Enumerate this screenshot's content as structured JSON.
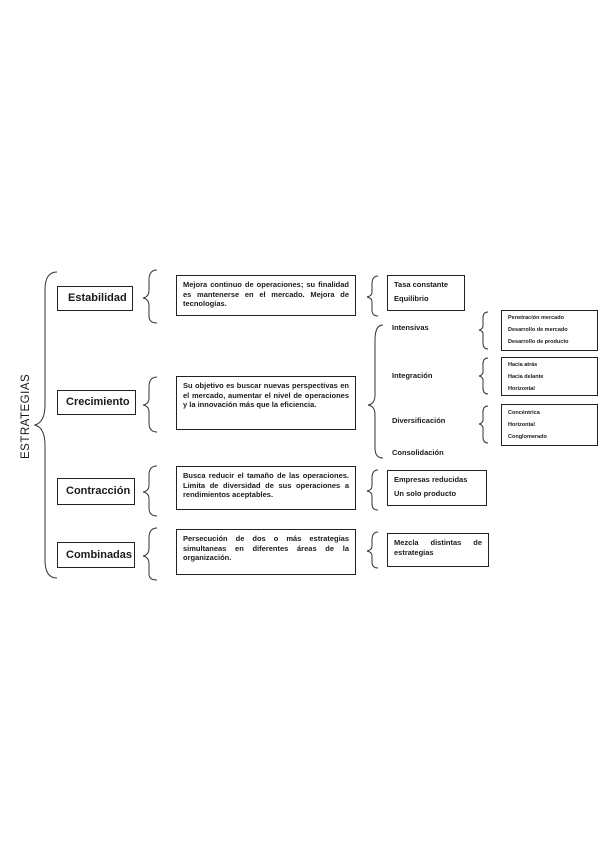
{
  "title": "ESTRATEGIAS",
  "strategies": [
    {
      "name": "Estabilidad",
      "description": "Mejora continuo de operaciones; su finalidad es mantenerse en el mercado. Mejora de tecnologías.",
      "options": [
        "Tasa constante",
        "Equilibrio"
      ]
    },
    {
      "name": "Crecimiento",
      "description": "Su objetivo es buscar nuevas perspectivas en el mercado, aumentar el nivel de operaciones y la innovación más que la eficiencia.",
      "options": [
        "Intensivas",
        "Integración",
        "Diversificación",
        "Consolidación"
      ],
      "suboptions": {
        "intensivas": [
          "Penetración mercado",
          "Desarrollo de mercado",
          "Desarrollo de producto"
        ],
        "integracion": [
          "Hacia atrás",
          "Hacia delante",
          "Horizontal"
        ],
        "diversificacion": [
          "Concéntrica",
          "Horizontal",
          "Conglomerado"
        ]
      }
    },
    {
      "name": "Contracción",
      "description": "Busca reducir el tamaño de las operaciones. Limita de diversidad de sus operaciones a rendimientos aceptables.",
      "options": [
        "Empresas reducidas",
        "Un solo producto"
      ]
    },
    {
      "name": "Combinadas",
      "description": "Persecución de dos o más estrategias simultaneas en diferentes áreas de la organización.",
      "options": [
        "Mezcla distintas de estrategias"
      ]
    }
  ]
}
